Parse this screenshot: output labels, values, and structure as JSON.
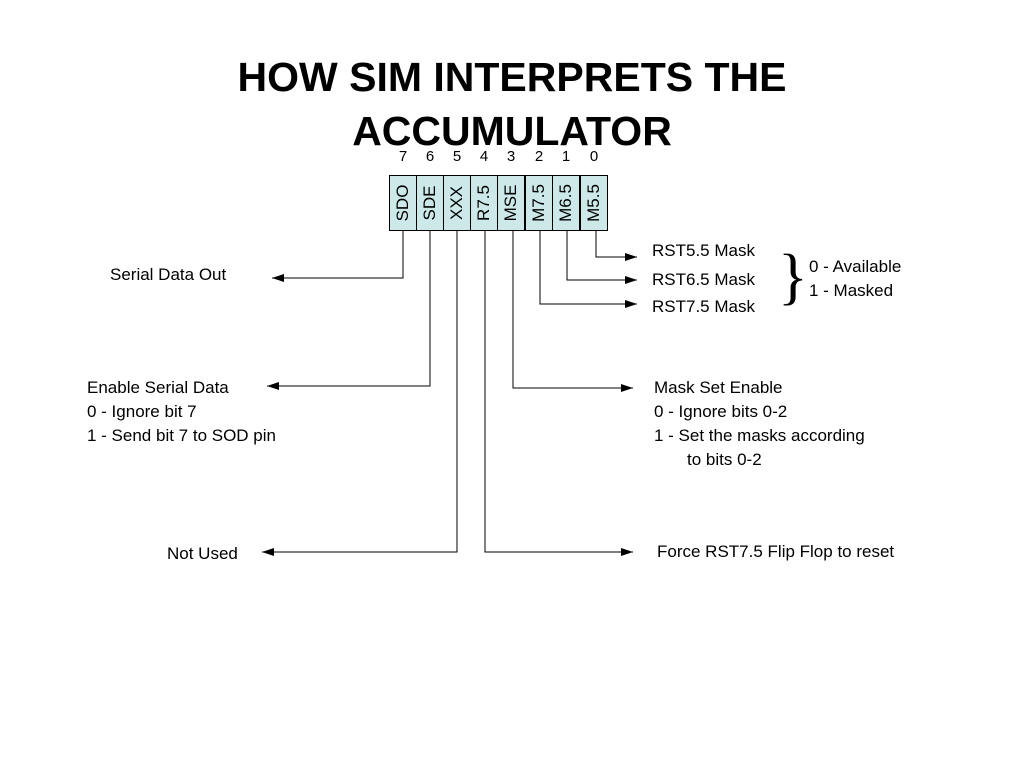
{
  "title": {
    "line1": "HOW SIM INTERPRETS THE",
    "line2": "ACCUMULATOR"
  },
  "bits": [
    {
      "num": "7",
      "label": "SDO"
    },
    {
      "num": "6",
      "label": "SDE"
    },
    {
      "num": "5",
      "label": "XXX"
    },
    {
      "num": "4",
      "label": "R7.5"
    },
    {
      "num": "3",
      "label": "MSE"
    },
    {
      "num": "2",
      "label": "M7.5"
    },
    {
      "num": "1",
      "label": "M6.5"
    },
    {
      "num": "0",
      "label": "M5.5"
    }
  ],
  "cell_color": "#cce8e8",
  "annotations": {
    "serial_data_out": "Serial Data Out",
    "enable_serial": {
      "title": "Enable Serial Data",
      "line1": "0 - Ignore bit 7",
      "line2": "1 - Send bit 7 to SOD pin"
    },
    "not_used": "Not Used",
    "rst55_mask": "RST5.5 Mask",
    "rst65_mask": "RST6.5 Mask",
    "rst75_mask": "RST7.5 Mask",
    "mask_values": {
      "available": "0 - Available",
      "masked": "1 - Masked"
    },
    "mask_set_enable": {
      "title": "Mask Set Enable",
      "line1": "0 - Ignore bits 0-2",
      "line2": "1 - Set the masks according",
      "line3": "to bits 0-2"
    },
    "force_rst75": "Force RST7.5 Flip Flop to reset"
  }
}
